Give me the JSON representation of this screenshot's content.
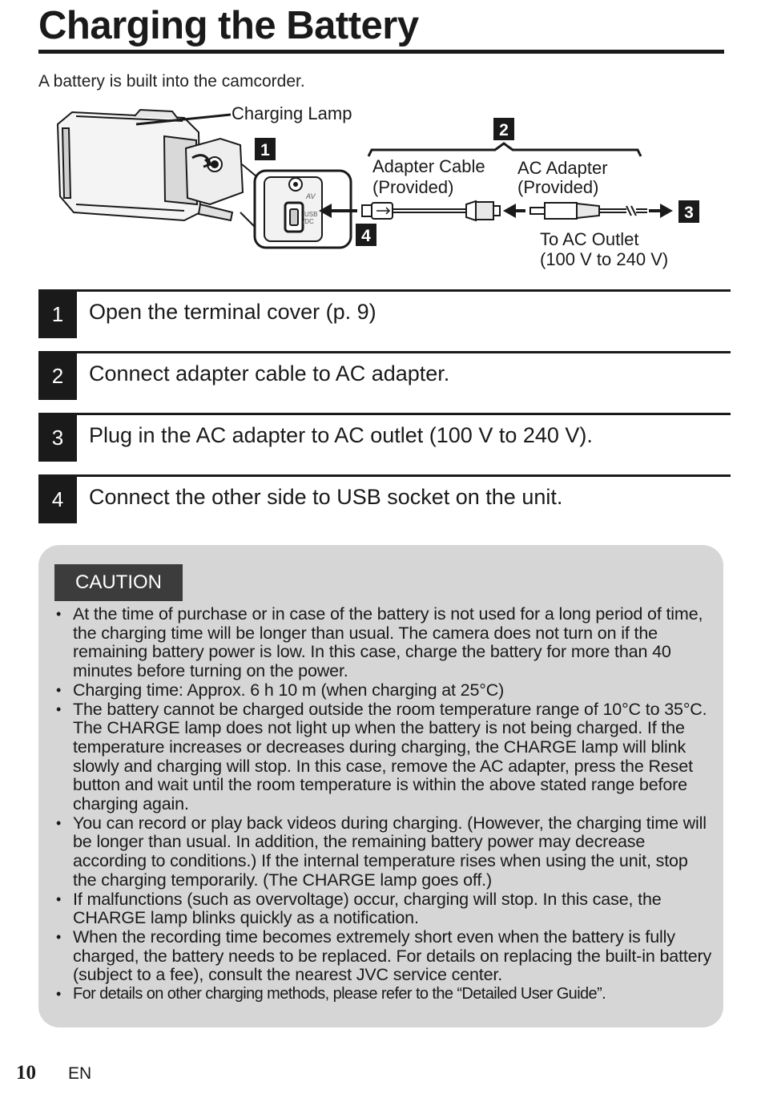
{
  "header": {
    "title": "Charging the Battery"
  },
  "intro": "A battery is built into the camcorder.",
  "diagram": {
    "labels": {
      "charging_lamp": "Charging Lamp",
      "adapter_cable_line1": "Adapter Cable",
      "adapter_cable_line2": "(Provided)",
      "ac_adapter_line1": "AC Adapter",
      "ac_adapter_line2": "(Provided)",
      "to_ac_outlet_line1": "To AC Outlet",
      "to_ac_outlet_line2": "(100 V to 240 V)",
      "port_av": "AV",
      "port_usb_line1": "USB",
      "port_usb_line2": "/DC"
    },
    "markers": [
      "1",
      "2",
      "3",
      "4"
    ]
  },
  "steps": [
    {
      "number": "1",
      "text": "Open the terminal cover (p. 9)"
    },
    {
      "number": "2",
      "text": "Connect adapter cable to AC adapter."
    },
    {
      "number": "3",
      "text": "Plug in the AC adapter to AC outlet (100 V to 240 V)."
    },
    {
      "number": "4",
      "text": "Connect the other side to USB socket on the unit."
    }
  ],
  "caution": {
    "title": "CAUTION",
    "items": [
      "At the time of purchase or in case of the battery is not used for a long period of time, the charging time will be longer than usual. The camera does not turn on if the remaining battery power is low. In this case, charge the battery for more than 40 minutes before turning on the power.",
      "Charging time: Approx. 6 h 10 m (when charging at 25°C)",
      "The battery cannot be charged outside the room temperature range of 10°C to 35°C. The CHARGE lamp does not light up when the battery is not being charged. If the temperature increases or decreases during charging, the CHARGE lamp will blink slowly and charging will stop. In this case, remove the AC adapter, press the Reset button and wait until the room temperature is within the above stated range before charging again.",
      "You can record or play back videos during charging. (However, the charging time will be longer than usual. In addition, the remaining battery power may decrease according to conditions.) If the internal temperature rises when using the unit, stop the charging temporarily. (The CHARGE lamp goes off.)",
      "If malfunctions (such as overvoltage) occur, charging will stop. In this case, the CHARGE lamp blinks quickly as a notification.",
      "When the recording time becomes extremely short even when the battery is fully charged, the battery needs to be replaced. For details on replacing the built-in battery (subject to a fee), consult the nearest JVC service center.",
      "For details on other charging methods, please refer to the “Detailed User Guide”."
    ]
  },
  "footer": {
    "page_number": "10",
    "language": "EN"
  }
}
